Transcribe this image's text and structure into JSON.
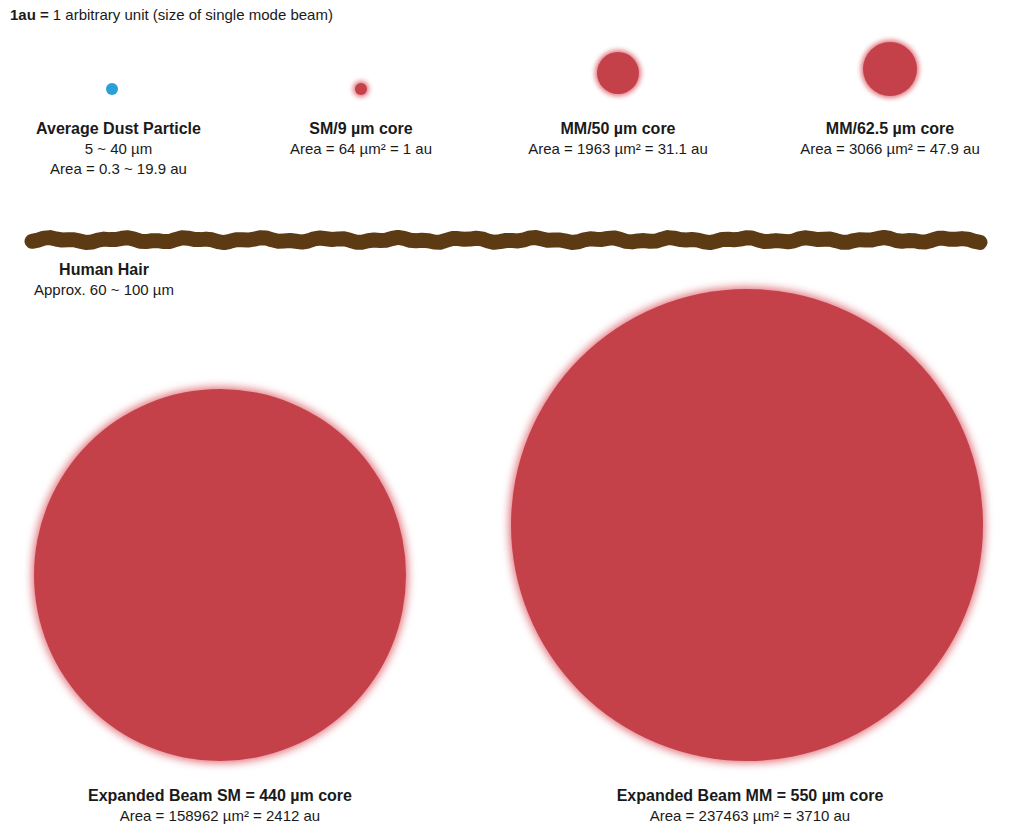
{
  "diagram": {
    "nodes": [
      {
        "text": [
          "Average Dust Particle",
          "5 ~ 40 µm",
          "Area = 0.3 ~ 19.9 au"
        ]
      },
      {
        "text": [
          "SM/9 µm core",
          "Area = 64 µm² = 1 au"
        ]
      },
      {
        "text": [
          "MM/50 µm core",
          "Area = 1963 µm² = 31.1 au"
        ]
      },
      {
        "text": [
          "MM/62.5 µm core",
          "Area = 3066 µm² = 47.9 au"
        ]
      },
      {
        "text": [
          "Human Hair",
          "Approx. 60 ~ 100 µm"
        ]
      },
      {
        "text": [
          "Expanded Beam SM = 440 µm core",
          "Area = 158962 µm² = 2412 au"
        ]
      },
      {
        "text": [
          "Expanded Beam MM = 550 µm core",
          "Area = 237463 µm² = 3710 au"
        ]
      }
    ],
    "labels": [
      "1au =",
      "1 arbitrary unit (size of single mode beam)"
    ]
  }
}
